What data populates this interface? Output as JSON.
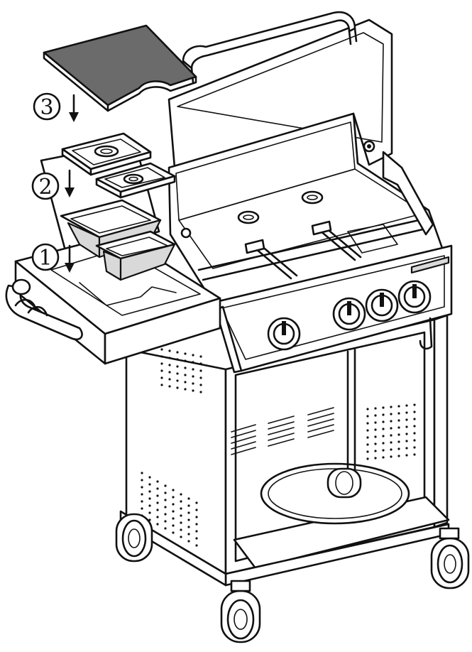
{
  "steps": [
    {
      "label": "1"
    },
    {
      "label": "2"
    },
    {
      "label": "3"
    }
  ],
  "colors": {
    "line": "#111111",
    "board": "#6b6b6b",
    "tray": "#d9d9d9",
    "background": "#ffffff"
  }
}
